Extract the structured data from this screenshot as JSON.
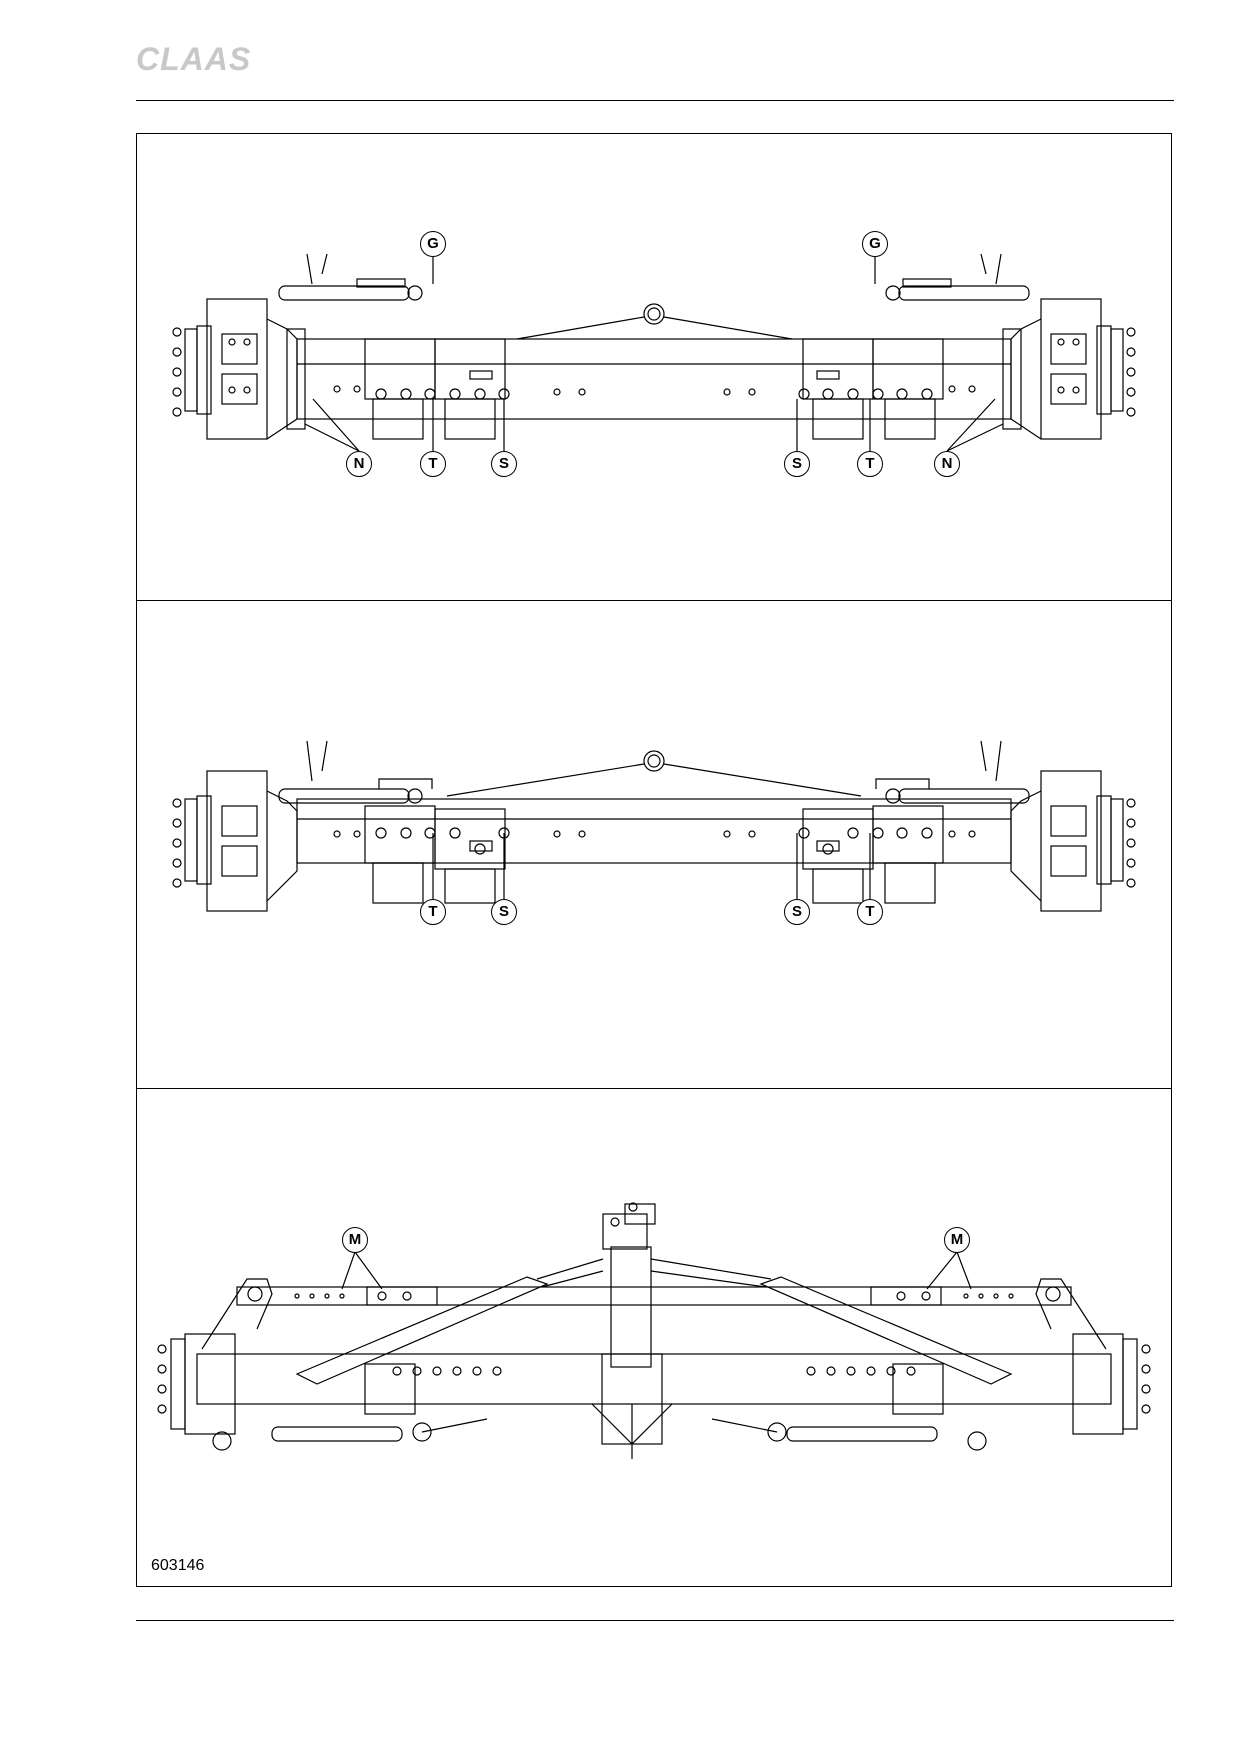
{
  "brand": {
    "logo_text": "CLAAS",
    "logo_color": "#c8c8c8"
  },
  "figure": {
    "id": "603146",
    "panels": [
      {
        "name": "panel-top",
        "callouts": [
          "G",
          "G",
          "N",
          "T",
          "S",
          "S",
          "T",
          "N"
        ]
      },
      {
        "name": "panel-middle",
        "callouts": [
          "T",
          "S",
          "S",
          "T"
        ]
      },
      {
        "name": "panel-bottom",
        "callouts": [
          "M",
          "M"
        ]
      }
    ]
  }
}
